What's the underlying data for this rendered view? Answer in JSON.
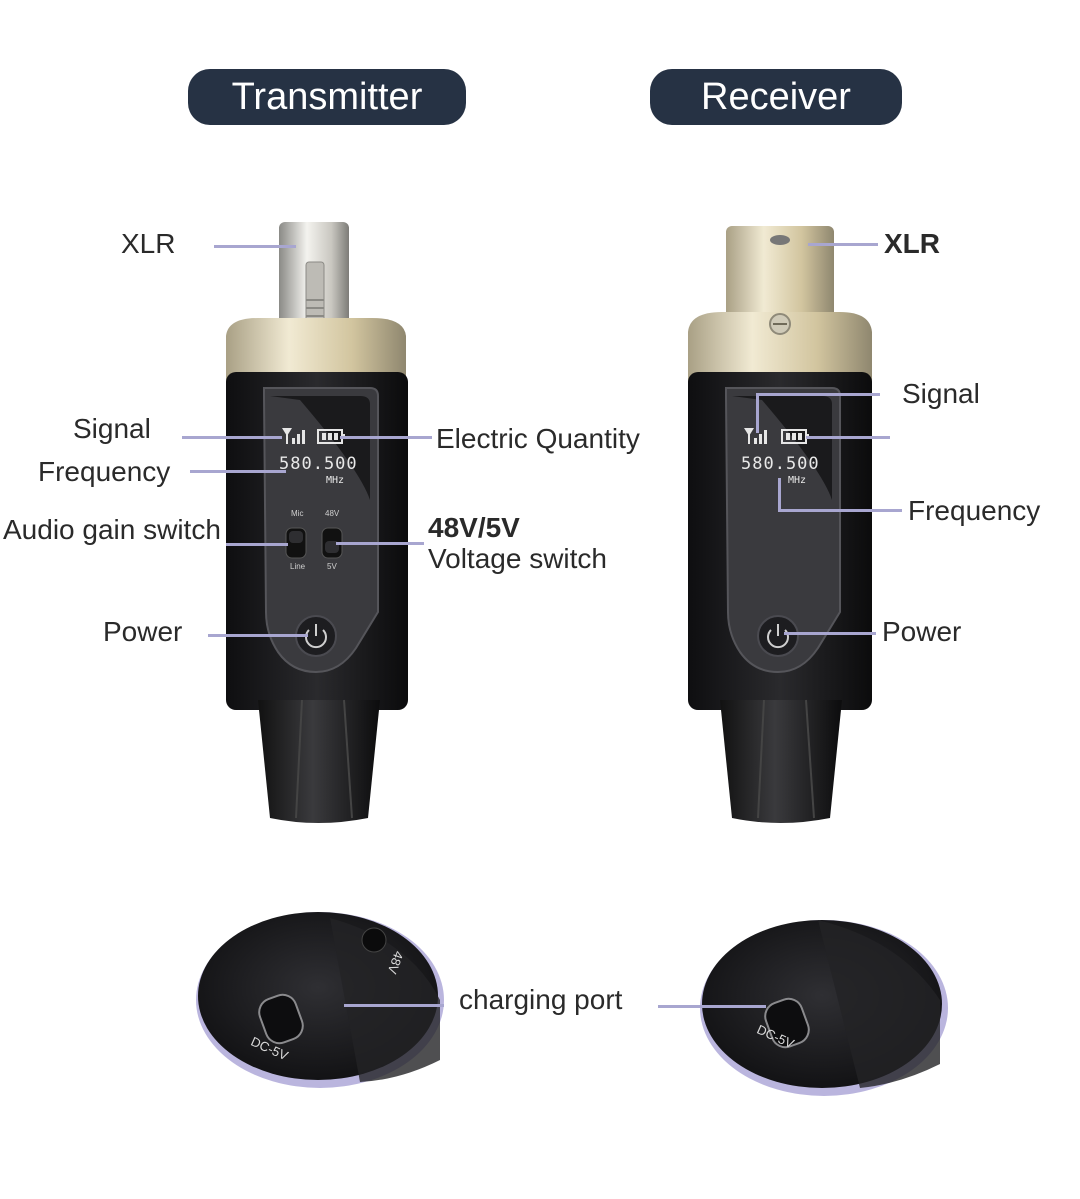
{
  "headers": {
    "transmitter": "Transmitter",
    "receiver": "Receiver"
  },
  "transmitter": {
    "xlr": "XLR",
    "signal": "Signal",
    "frequency": "Frequency",
    "audio_gain_switch": "Audio gain switch",
    "electric_quantity": "Electric Quantity",
    "voltage_title": "48V/5V",
    "voltage_sub": "Voltage switch",
    "power": "Power",
    "display_freq": "580.500",
    "display_unit": "MHz",
    "switch_mic": "Mic",
    "switch_line": "Line",
    "switch_48v": "48V",
    "switch_5v": "5V"
  },
  "receiver": {
    "xlr": "XLR",
    "signal": "Signal",
    "frequency": "Frequency",
    "power": "Power",
    "display_freq": "580.500",
    "display_unit": "MHz"
  },
  "charging": {
    "label": "charging port",
    "port_text_left": "DC-5V",
    "port_text_right": "DC-5V",
    "tx_switch": "48V"
  },
  "colors": {
    "header_bg": "#263244",
    "leader_line": "#a8a6d0",
    "device_body": "#1c1c1e",
    "gold": "#d9ccaa"
  }
}
